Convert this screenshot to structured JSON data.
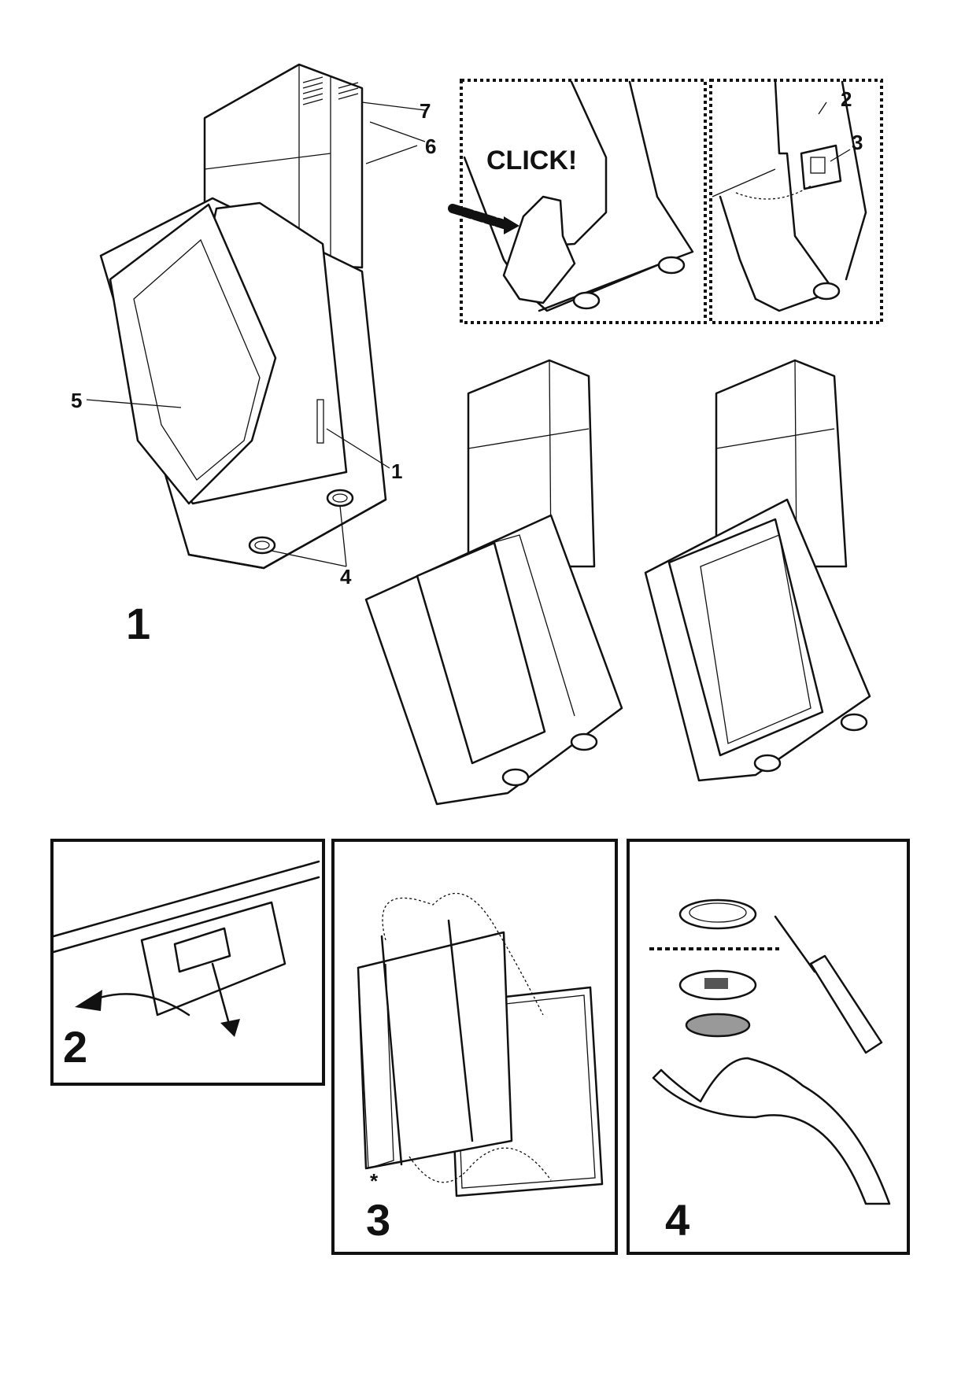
{
  "figure1": {
    "step_number": "1",
    "callouts": {
      "c1": "1",
      "c4": "4",
      "c5": "5",
      "c6": "6",
      "c7": "7"
    }
  },
  "inset_click": {
    "text": "CLICK!",
    "c2": "2",
    "c3": "3"
  },
  "panel2": {
    "step_number": "2"
  },
  "panel3": {
    "step_number": "3",
    "asterisk": "*"
  },
  "panel4": {
    "step_number": "4"
  }
}
